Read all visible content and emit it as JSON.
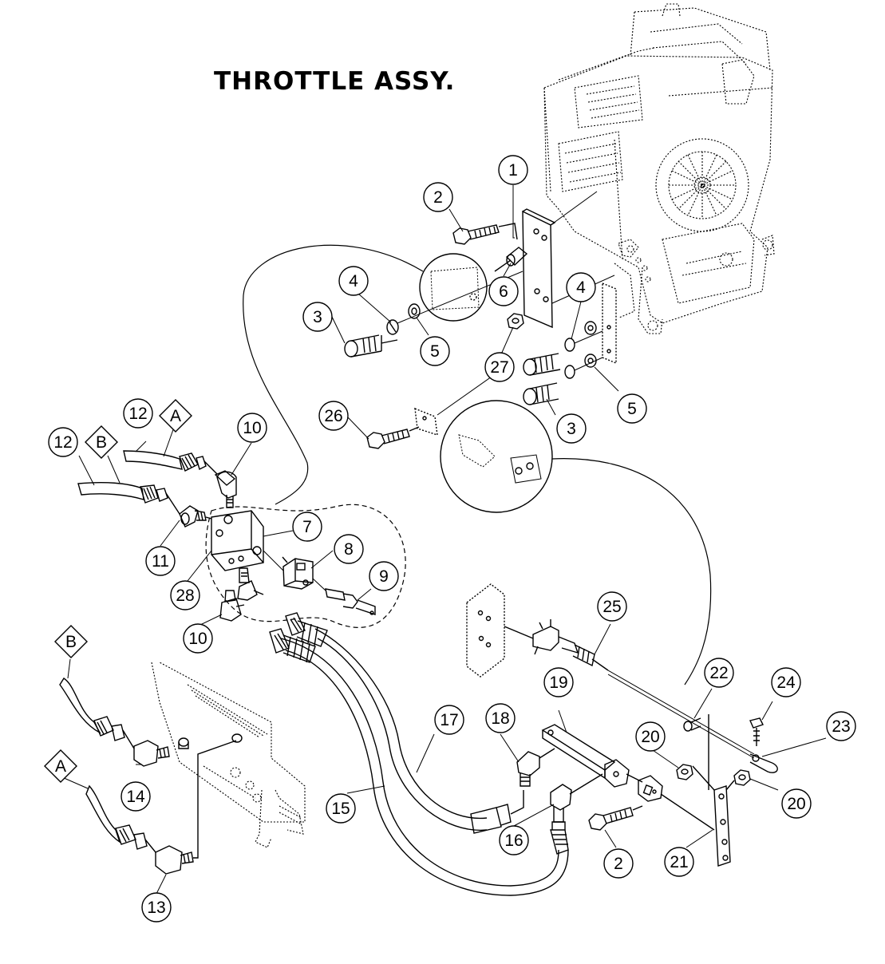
{
  "title": "THROTTLE ASSY.",
  "callouts": [
    {
      "id": "c1",
      "label": "1"
    },
    {
      "id": "c2a",
      "label": "2"
    },
    {
      "id": "c2b",
      "label": "2"
    },
    {
      "id": "c3a",
      "label": "3"
    },
    {
      "id": "c3b",
      "label": "3"
    },
    {
      "id": "c4a",
      "label": "4"
    },
    {
      "id": "c4b",
      "label": "4"
    },
    {
      "id": "c5a",
      "label": "5"
    },
    {
      "id": "c5b",
      "label": "5"
    },
    {
      "id": "c6",
      "label": "6"
    },
    {
      "id": "c7",
      "label": "7"
    },
    {
      "id": "c8",
      "label": "8"
    },
    {
      "id": "c9",
      "label": "9"
    },
    {
      "id": "c10a",
      "label": "10"
    },
    {
      "id": "c10b",
      "label": "10"
    },
    {
      "id": "c11",
      "label": "11"
    },
    {
      "id": "c12a",
      "label": "12"
    },
    {
      "id": "c12b",
      "label": "12"
    },
    {
      "id": "c13",
      "label": "13"
    },
    {
      "id": "c14",
      "label": "14"
    },
    {
      "id": "c15",
      "label": "15"
    },
    {
      "id": "c16",
      "label": "16"
    },
    {
      "id": "c17",
      "label": "17"
    },
    {
      "id": "c18",
      "label": "18"
    },
    {
      "id": "c19",
      "label": "19"
    },
    {
      "id": "c20a",
      "label": "20"
    },
    {
      "id": "c20b",
      "label": "20"
    },
    {
      "id": "c21",
      "label": "21"
    },
    {
      "id": "c22",
      "label": "22"
    },
    {
      "id": "c23",
      "label": "23"
    },
    {
      "id": "c24",
      "label": "24"
    },
    {
      "id": "c25",
      "label": "25"
    },
    {
      "id": "c26",
      "label": "26"
    },
    {
      "id": "c27",
      "label": "27"
    },
    {
      "id": "c28",
      "label": "28"
    }
  ],
  "refs": [
    {
      "id": "rA1",
      "label": "A"
    },
    {
      "id": "rB1",
      "label": "B"
    },
    {
      "id": "rB2",
      "label": "B"
    },
    {
      "id": "rA2",
      "label": "A"
    }
  ]
}
